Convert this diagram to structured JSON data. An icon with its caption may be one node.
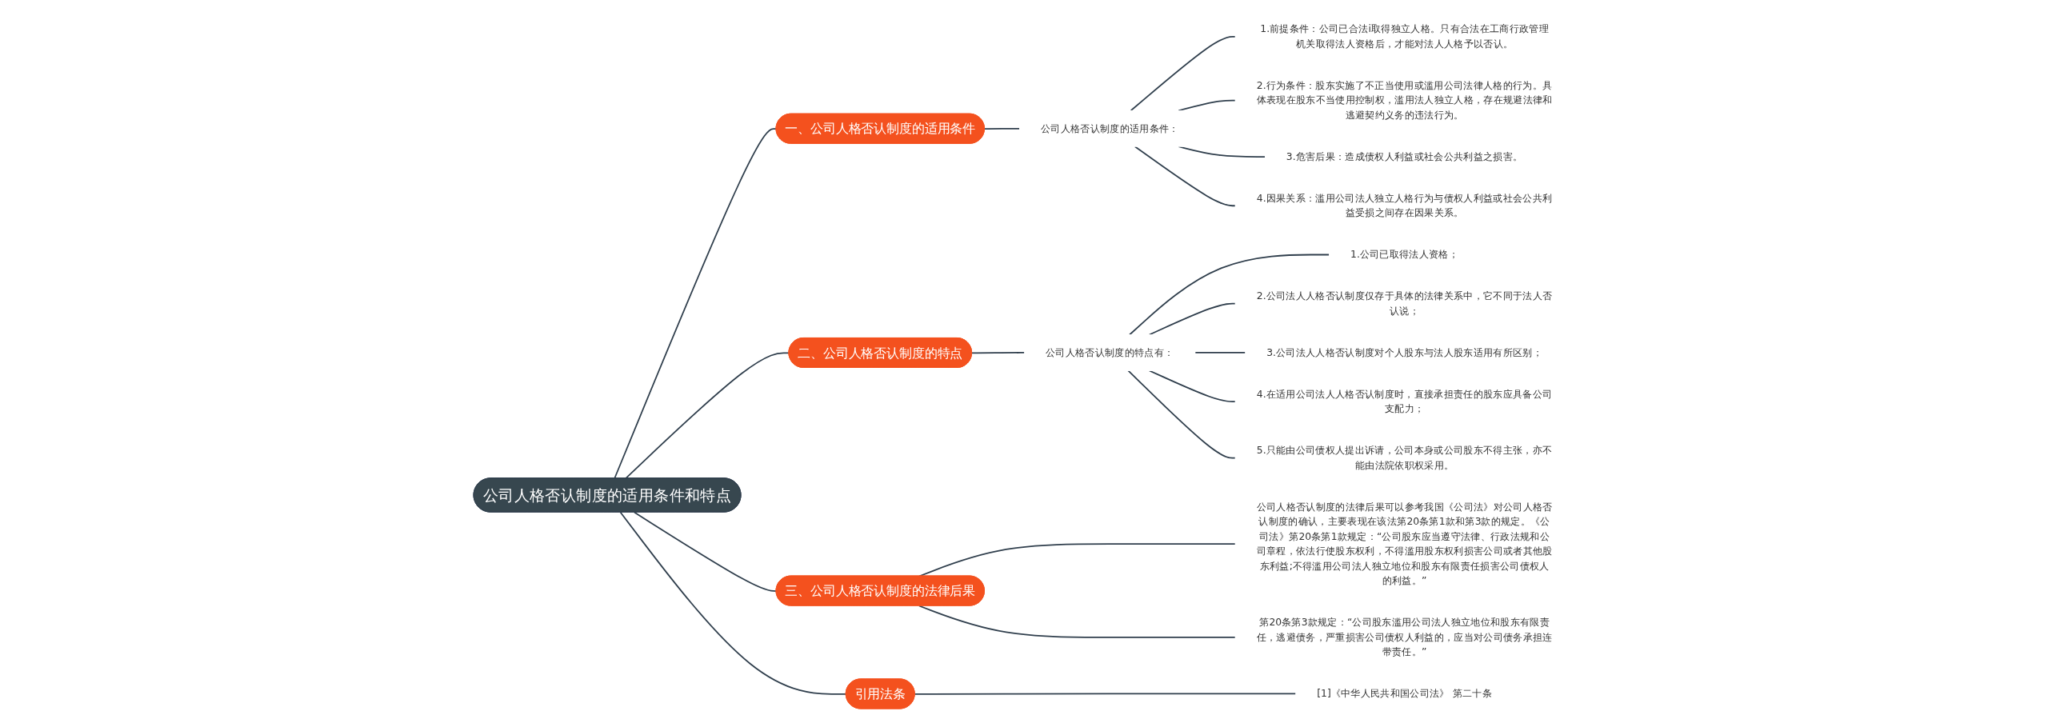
{
  "diagram": {
    "nodes": [
      {
        "text": [
          "公司人格否认制度的适用条件和特点"
        ]
      },
      {
        "text": [
          "一、公司人格否认制度的适用条件"
        ]
      },
      {
        "text": [
          "公司人格否认制度的适用条件："
        ]
      },
      {
        "text": [
          "1.前提条件：公司已合法i取得独立人格。只有合法在工商行政管理机关取得法人资格后，才能对法人人格予以否认。"
        ]
      },
      {
        "text": [
          "2.行为条件：股东实施了不正当使用或滥用公司法律人格的行为。具体表现在股东不当使用控制权，滥用法人独立人格，存在规避法律和逃避契约义务的违法行为。"
        ]
      },
      {
        "text": [
          "3.危害后果：造成债权人利益或社会公共利益之损害。"
        ]
      },
      {
        "text": [
          "4.因果关系：滥用公司法人独立人格行为与债权人利益或社会公共利益受损之间存在因果关系。"
        ]
      },
      {
        "text": [
          "二、公司人格否认制度的特点"
        ]
      },
      {
        "text": [
          "公司人格否认制度的特点有："
        ]
      },
      {
        "text": [
          "1.公司已取得法人资格；"
        ]
      },
      {
        "text": [
          "2.公司法人人格否认制度仅存于具体的法律关系中，它不同于法人否认说；"
        ]
      },
      {
        "text": [
          "3.公司法人人格否认制度对个人股东与法人股东适用有所区别；"
        ]
      },
      {
        "text": [
          "4.在适用公司法人人格否认制度时，直接承担责任的股东应具备公司支配力；"
        ]
      },
      {
        "text": [
          "5.只能由公司债权人提出诉请，公司本身或公司股东不得主张，亦不能由法院依职权采用。"
        ]
      },
      {
        "text": [
          "三、公司人格否认制度的法律后果"
        ]
      },
      {
        "text": [
          "公司人格否认制度的法律后果可以参考我国《公司法》对公司人格否认制度的确认，主要表现在该法第20条第1款和第3款的规定。《公司法》第20条第1款规定：“公司股东应当遵守法律、行政法规和公司章程，依法行使股东权利，不得滥用股东权利损害公司或者其他股东利益;不得滥用公司法人独立地位和股东有限责任损害公司债权人的利益。”"
        ]
      },
      {
        "text": [
          "第20条第3款规定：“公司股东滥用公司法人独立地位和股东有限责任，逃避债务，严重损害公司债权人利益的，应当对公司债务承担连带责任。”"
        ]
      },
      {
        "text": [
          "引用法条"
        ]
      },
      {
        "text": [
          "[1]《中华人民共和国公司法》 第二十条"
        ]
      }
    ],
    "edges": [
      {
        "from": 0,
        "to": 1,
        "arrow": "none"
      },
      {
        "from": 1,
        "to": 2,
        "arrow": "none"
      },
      {
        "from": 2,
        "to": 3,
        "arrow": "none"
      },
      {
        "from": 2,
        "to": 4,
        "arrow": "none"
      },
      {
        "from": 2,
        "to": 5,
        "arrow": "none"
      },
      {
        "from": 2,
        "to": 6,
        "arrow": "none"
      },
      {
        "from": 0,
        "to": 7,
        "arrow": "none"
      },
      {
        "from": 7,
        "to": 8,
        "arrow": "none"
      },
      {
        "from": 8,
        "to": 9,
        "arrow": "none"
      },
      {
        "from": 8,
        "to": 10,
        "arrow": "none"
      },
      {
        "from": 8,
        "to": 11,
        "arrow": "none"
      },
      {
        "from": 8,
        "to": 12,
        "arrow": "none"
      },
      {
        "from": 8,
        "to": 13,
        "arrow": "none"
      },
      {
        "from": 0,
        "to": 14,
        "arrow": "none"
      },
      {
        "from": 14,
        "to": 15,
        "arrow": "none"
      },
      {
        "from": 14,
        "to": 16,
        "arrow": "none"
      },
      {
        "from": 0,
        "to": 17,
        "arrow": "none"
      },
      {
        "from": 17,
        "to": 18,
        "arrow": "none"
      }
    ]
  }
}
